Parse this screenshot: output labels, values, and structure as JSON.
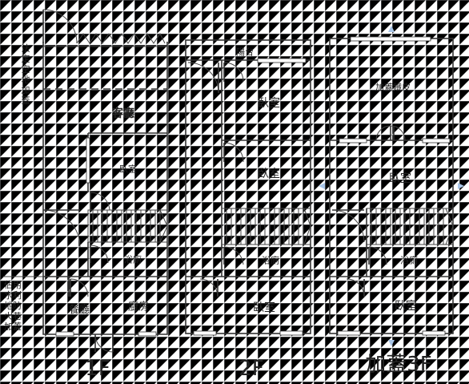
{
  "floor_1f": {
    "title": "1F",
    "living_room": "客廳",
    "bedroom": "臥室",
    "bathroom": "浴廁",
    "dining": "餐廳",
    "kitchen": "廚房",
    "legal_open_space": "法定空地加蓋",
    "fire_lane_label": "佔用水利地防火巷加蓋"
  },
  "floor_2f": {
    "title": "2F",
    "balcony": "陽台",
    "bedroom_1": "臥室",
    "bedroom_2": "臥室",
    "bathroom": "浴廁",
    "bedroom_3": "臥室"
  },
  "floor_3f": {
    "title": "加蓋3F",
    "iron_roof": "加蓋鐵皮",
    "bedroom_1": "臥室",
    "bathroom": "浴廁",
    "bedroom_2": "臥室"
  }
}
